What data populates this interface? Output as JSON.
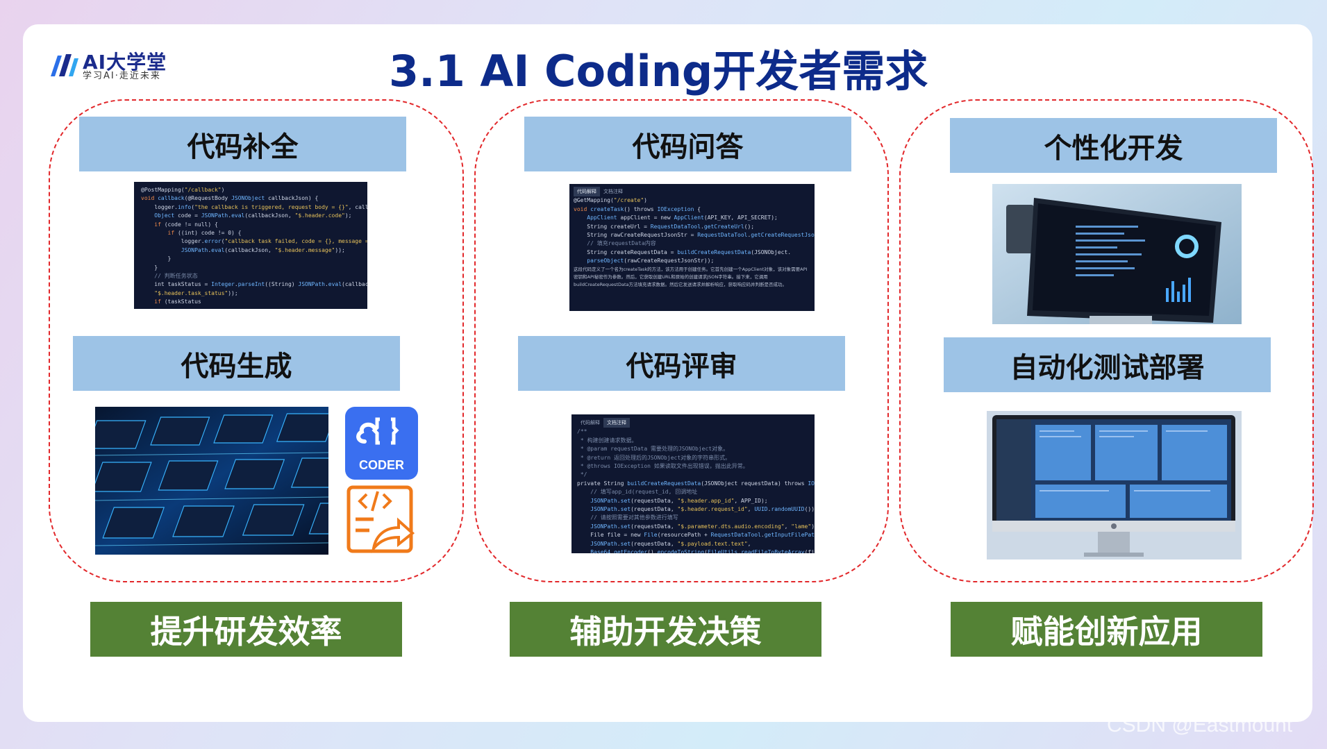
{
  "logo": {
    "brand": "AI大学堂",
    "tagline": "学习AI·走近未来"
  },
  "slide_title": "3.1 AI Coding开发者需求",
  "groups": [
    {
      "top_label": "代码补全",
      "bottom_label": "代码生成",
      "outcome": "提升研发效率"
    },
    {
      "top_label": "代码问答",
      "bottom_label": "代码评审",
      "outcome": "辅助开发决策"
    },
    {
      "top_label": "个性化开发",
      "bottom_label": "自动化测试部署",
      "outcome": "赋能创新应用"
    }
  ],
  "coder_badge": "CODER",
  "qa_screen": {
    "tab_active": "代码解释",
    "tab_other": "文档注释"
  },
  "review_screen": {
    "tab_other": "代码解释",
    "tab_active": "文档注释"
  },
  "watermark": "CSDN @Eastmount",
  "colors": {
    "title": "#0d2b8a",
    "band": "#9dc3e6",
    "outcome": "#548235",
    "dash": "#e2272a"
  }
}
